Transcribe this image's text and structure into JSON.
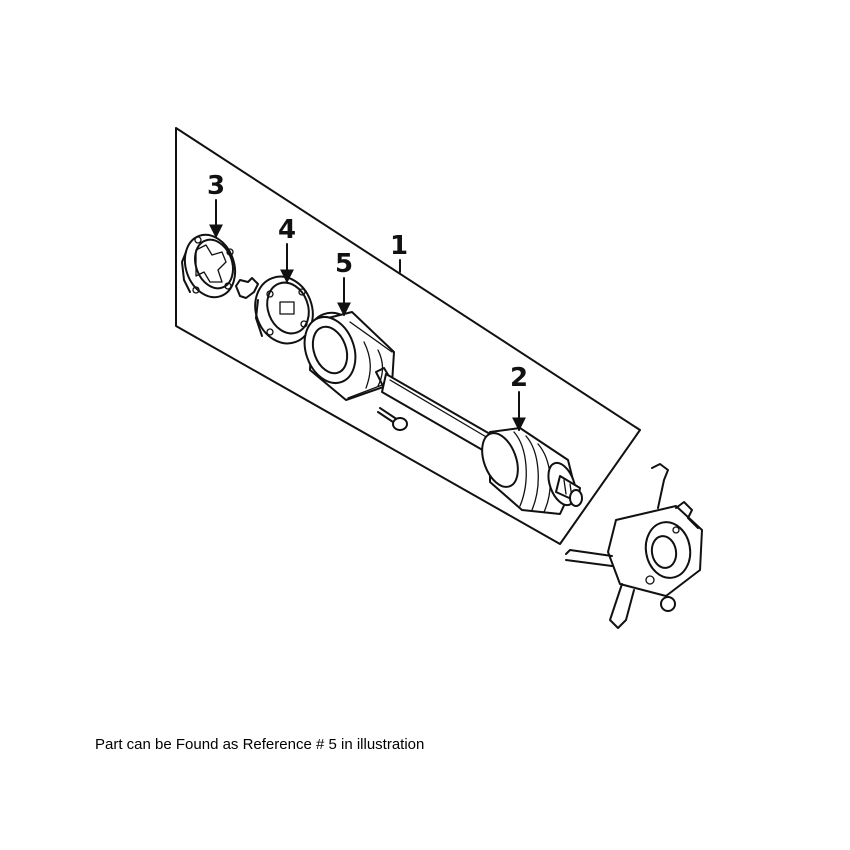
{
  "diagram": {
    "callouts": [
      {
        "id": "1",
        "label": "1"
      },
      {
        "id": "2",
        "label": "2"
      },
      {
        "id": "3",
        "label": "3"
      },
      {
        "id": "4",
        "label": "4"
      },
      {
        "id": "5",
        "label": "5"
      }
    ]
  },
  "caption": "Part can be Found as Reference # 5 in illustration"
}
